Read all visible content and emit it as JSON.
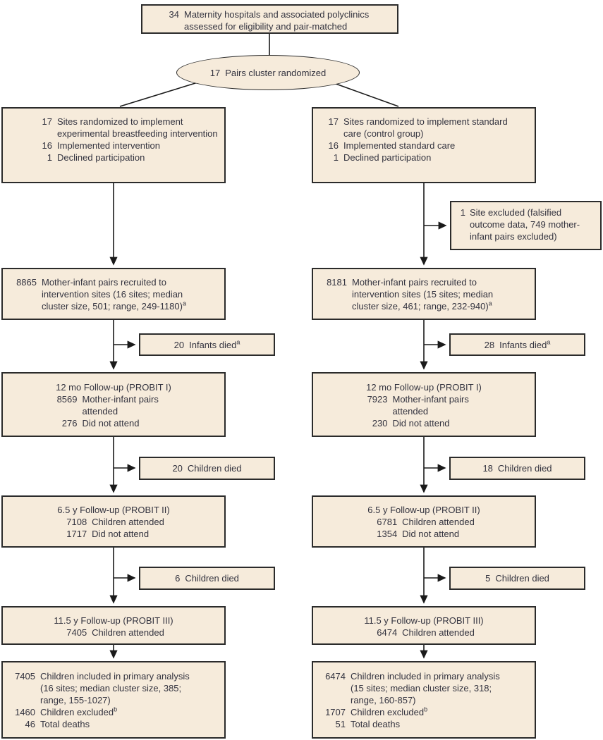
{
  "colors": {
    "box_fill": "#f6ebdb",
    "box_border": "#2b2b2b",
    "connector_line": "#1a1a1a",
    "text": "#33333f"
  },
  "nodes": {
    "assessed": {
      "num": "34",
      "text": "Maternity hospitals and associated polyclinics assessed for eligibility and pair-matched"
    },
    "randomized": {
      "num": "17",
      "text": "Pairs cluster randomized"
    },
    "exp_sites": {
      "lines": [
        {
          "n": "17",
          "t": "Sites randomized to implement experimental breastfeeding intervention"
        },
        {
          "n": "16",
          "t": "Implemented intervention"
        },
        {
          "n": "1",
          "t": "Declined participation"
        }
      ]
    },
    "ctl_sites": {
      "lines": [
        {
          "n": "17",
          "t": "Sites randomized to implement standard care (control group)"
        },
        {
          "n": "16",
          "t": "Implemented standard care"
        },
        {
          "n": "1",
          "t": "Declined participation"
        }
      ]
    },
    "site_excluded": {
      "n": "1",
      "t": "Site excluded (falsified outcome data, 749 mother-infant pairs excluded)"
    },
    "exp_recruited": {
      "n": "8865",
      "t": "Mother-infant pairs recruited to intervention sites (16 sites; median cluster size, 501; range, 249-1180)",
      "sup": "a"
    },
    "ctl_recruited": {
      "n": "8181",
      "t": "Mother-infant pairs recruited to intervention sites (15 sites; median cluster size, 461; range, 232-940)",
      "sup": "a"
    },
    "exp_infants_died": {
      "n": "20",
      "t": "Infants died",
      "sup": "a"
    },
    "ctl_infants_died": {
      "n": "28",
      "t": "Infants died",
      "sup": "a"
    },
    "exp_probit1": {
      "title": "12 mo Follow-up (PROBIT I)",
      "lines": [
        {
          "n": "8569",
          "t": "Mother-infant pairs attended"
        },
        {
          "n": "276",
          "t": "Did not attend"
        }
      ]
    },
    "ctl_probit1": {
      "title": "12 mo Follow-up (PROBIT I)",
      "lines": [
        {
          "n": "7923",
          "t": "Mother-infant pairs attended"
        },
        {
          "n": "230",
          "t": "Did not attend"
        }
      ]
    },
    "exp_children_died_1": {
      "n": "20",
      "t": "Children died"
    },
    "ctl_children_died_1": {
      "n": "18",
      "t": "Children died"
    },
    "exp_probit2": {
      "title": "6.5 y Follow-up (PROBIT II)",
      "lines": [
        {
          "n": "7108",
          "t": "Children attended"
        },
        {
          "n": "1717",
          "t": "Did not attend"
        }
      ]
    },
    "ctl_probit2": {
      "title": "6.5 y Follow-up (PROBIT II)",
      "lines": [
        {
          "n": "6781",
          "t": "Children attended"
        },
        {
          "n": "1354",
          "t": "Did not attend"
        }
      ]
    },
    "exp_children_died_2": {
      "n": "6",
      "t": "Children died"
    },
    "ctl_children_died_2": {
      "n": "5",
      "t": "Children died"
    },
    "exp_probit3": {
      "title": "11.5 y Follow-up (PROBIT III)",
      "lines": [
        {
          "n": "7405",
          "t": "Children attended"
        }
      ]
    },
    "ctl_probit3": {
      "title": "11.5 y Follow-up (PROBIT III)",
      "lines": [
        {
          "n": "6474",
          "t": "Children attended"
        }
      ]
    },
    "exp_final": {
      "lines": [
        {
          "n": "7405",
          "t": "Children included in primary analysis (16 sites; median cluster size, 385; range, 155-1027)"
        },
        {
          "n": "1460",
          "t": "Children excluded",
          "sup": "b"
        },
        {
          "n": "46",
          "t": "Total deaths"
        }
      ]
    },
    "ctl_final": {
      "lines": [
        {
          "n": "6474",
          "t": "Children included in primary analysis (15 sites; median cluster size, 318; range, 160-857)"
        },
        {
          "n": "1707",
          "t": "Children excluded",
          "sup": "b"
        },
        {
          "n": "51",
          "t": "Total deaths"
        }
      ]
    }
  }
}
